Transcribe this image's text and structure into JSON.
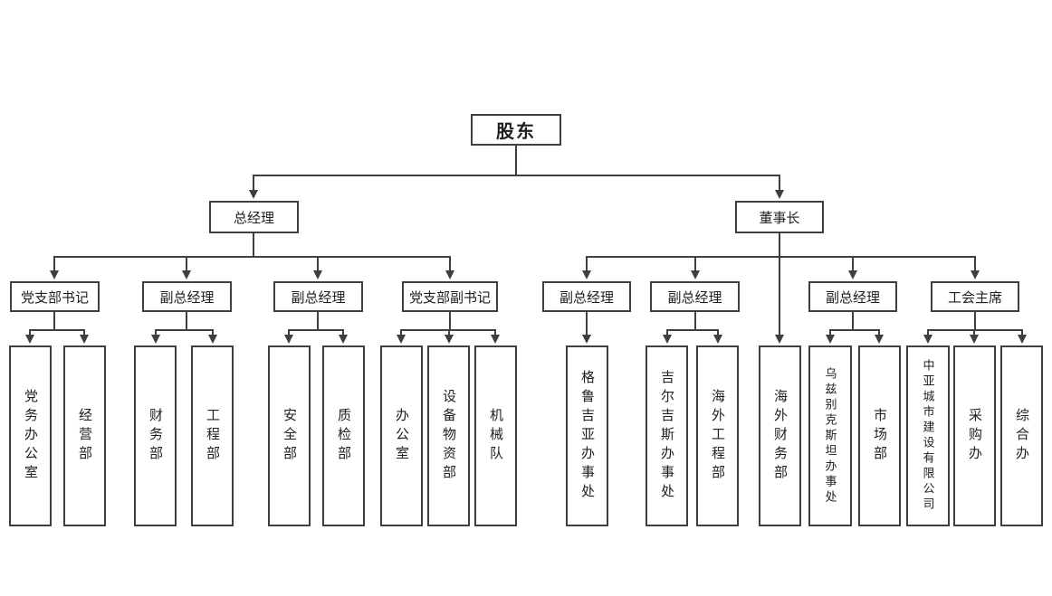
{
  "org": {
    "root": {
      "label": "股东"
    },
    "executives": [
      {
        "label": "总经理",
        "managers": [
          {
            "label": "党支部书记",
            "departments": [
              "党务办公室",
              "经营部"
            ]
          },
          {
            "label": "副总经理",
            "departments": [
              "财务部",
              "工程部"
            ]
          },
          {
            "label": "副总经理",
            "departments": [
              "安全部",
              "质检部"
            ]
          },
          {
            "label": "党支部副书记",
            "departments": [
              "办公室",
              "设备物资部",
              "机械队"
            ]
          }
        ]
      },
      {
        "label": "董事长",
        "managers": [
          {
            "label": "副总经理",
            "departments": [
              "格鲁吉亚办事处"
            ]
          },
          {
            "label": "副总经理",
            "departments": [
              "吉尔吉斯办事处",
              "海外工程部"
            ]
          },
          {
            "label": "副总经理",
            "departments": [
              "乌兹别克斯坦办事处",
              "市场部"
            ]
          },
          {
            "label": "工会主席",
            "departments": [
              "中亚城市建设有限公司",
              "采购办",
              "综合办"
            ]
          }
        ],
        "direct_departments": [
          "海外财务部"
        ]
      }
    ]
  },
  "colors": {
    "line": "#3f3f3f",
    "box_border": "#3f3f3f",
    "text": "#1f1f1f",
    "background": "#ffffff"
  }
}
